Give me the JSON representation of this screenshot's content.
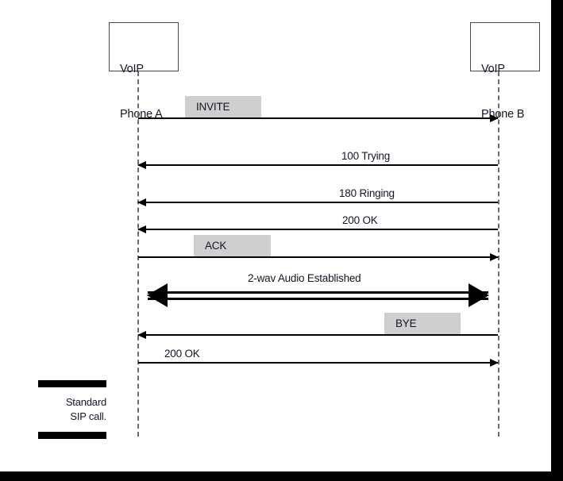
{
  "diagram": {
    "title": "Standard SIP call flow",
    "type": "sequence-diagram",
    "accent_color": "#cfcfcf",
    "line_color": "#000000",
    "text_color": "#111726",
    "lifeline_color": "#6d6d6d"
  },
  "actors": [
    {
      "id": "phone-a",
      "line1": "VoIP",
      "line2": "Phone A"
    },
    {
      "id": "phone-b",
      "line1": "VoIP",
      "line2": "Phone B"
    }
  ],
  "messages": [
    {
      "label": "INVITE",
      "direction": "a-to-b",
      "style": "boxed"
    },
    {
      "label": "100 Trying",
      "direction": "b-to-a",
      "style": "plain"
    },
    {
      "label": "180 Ringing",
      "direction": "b-to-a",
      "style": "plain"
    },
    {
      "label": "200 OK",
      "direction": "b-to-a",
      "style": "plain"
    },
    {
      "label": "ACK",
      "direction": "a-to-b",
      "style": "boxed"
    },
    {
      "label": "2-wav Audio Established",
      "direction": "both",
      "style": "plain"
    },
    {
      "label": "BYE",
      "direction": "b-to-a",
      "style": "boxed"
    },
    {
      "label": "200 OK",
      "direction": "a-to-b",
      "style": "plain"
    }
  ],
  "caption": {
    "line1": "Standard",
    "line2": "SIP call."
  }
}
